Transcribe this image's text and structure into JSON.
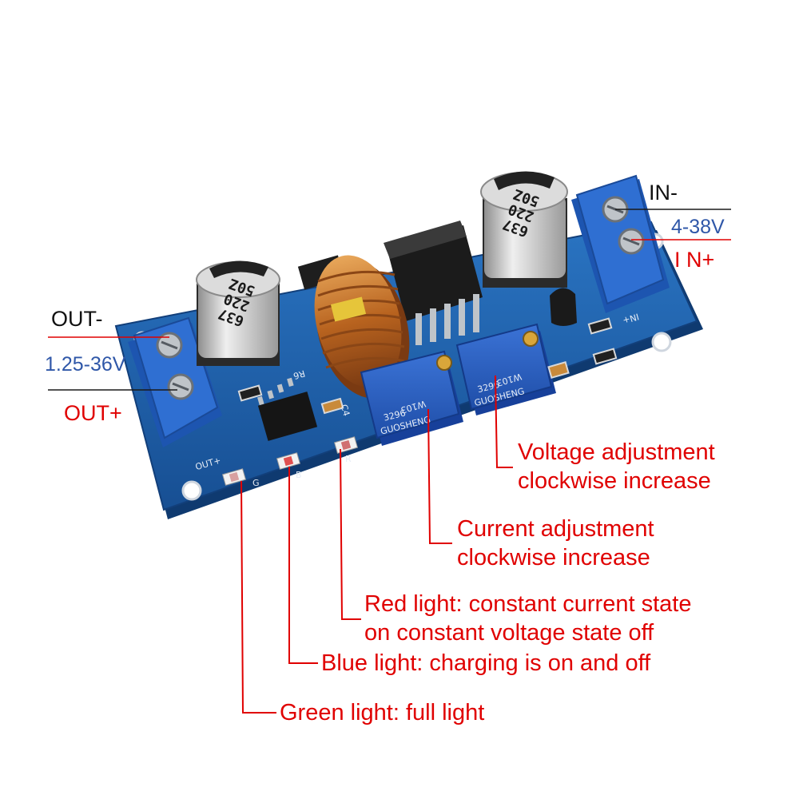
{
  "terminals": {
    "output": {
      "neg_label": "OUT-",
      "voltage": "1.25-36V",
      "pos_label": "OUT+"
    },
    "input": {
      "neg_label": "IN-",
      "voltage": "4-38V",
      "pos_label": "I N+"
    }
  },
  "annotations": {
    "voltage_adjust": {
      "line1": "Voltage adjustment",
      "line2": "clockwise increase"
    },
    "current_adjust": {
      "line1": "Current adjustment",
      "line2": "clockwise increase"
    },
    "red_light": {
      "line1": "Red light: constant current state",
      "line2": "on constant voltage state off"
    },
    "blue_light": {
      "line1": "Blue light: charging is on and off"
    },
    "green_light": {
      "line1": "Green light: full light"
    }
  },
  "board_markings": {
    "capacitor_text": [
      "637",
      "220",
      "50Z"
    ],
    "pot_code": "W103",
    "pot_model": "3296",
    "pot_brand": "GUOSHENG",
    "silk_out": "OUT+",
    "silk_in": "IN+",
    "silk_r": "R6",
    "silk_c": "C4",
    "led_letters": [
      "G",
      "B",
      "R"
    ]
  },
  "colors": {
    "pcb": "#1f5fa8",
    "terminal": "#2566c8",
    "annotation": "#e00000",
    "voltage_text": "#2f57a8",
    "copper": "#c8742a"
  }
}
